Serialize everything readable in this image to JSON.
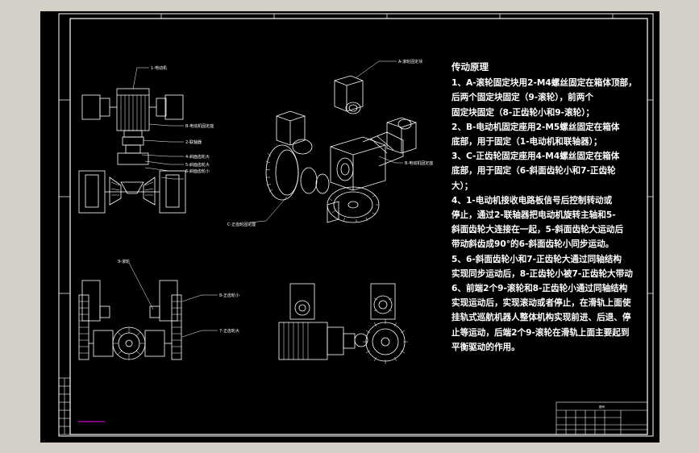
{
  "drawing": {
    "notes_title": "传动原理",
    "notes": [
      "1、A-滚轮固定块用2-M4螺丝固定在箱体顶部，",
      "后两个固定块固定（9-滚轮），前两个",
      "固定块固定（8-正齿轮小和9-滚轮）；",
      "2、B-电动机固定座用2-M5螺丝固定在箱体",
      "底部，用于固定（1-电动机和联轴器）；",
      "3、C-正齿轮固定座用4-M4螺丝固定在箱体",
      "底部，用于固定（6-斜面齿轮小和7-正齿轮",
      "大）；",
      "4、1-电动机接收电路板信号后控制转动或",
      "停止，通过2-联轴器把电动机旋转主轴和5-",
      "斜面齿轮大连接在一起，5-斜面齿轮大运动后",
      "带动斜齿成90°的6-斜面齿轮小同步运动。",
      "5、6-斜面齿轮小和7-正齿轮大通过同轴结构",
      "实现同步运动后，8-正齿轮小被7-正齿轮大带动",
      "6、前端2个9-滚轮和8-正齿轮小通过同轴结构",
      "实现运动后，实现滚动或者停止，在滑轨上面使",
      "挂轨式巡航机器人整体机构实现前进、后退、停",
      "止等运动，后端2个9-滚轮在滑轨上面主要起到",
      "平衡驱动的作用。"
    ],
    "callouts": {
      "motor": "1-电动机",
      "coupling": "2-联轴器",
      "motor_mount": "B-电动机固定座",
      "bevel_big": "4-斜面齿轮大",
      "bevel_small": "5-斜面齿轮大",
      "bevel_small2": "6-斜面齿轮小",
      "roller_block": "A-滚轮固定块",
      "motor_mount_iso": "B-电动机固定座",
      "gear_mount": "C-正齿轮固定座",
      "roller": "9-滚轮",
      "spur_small": "8-正齿轮小",
      "spur_big": "7-正齿轮大"
    },
    "title_block": {
      "heading": "图号"
    },
    "colors": {
      "background": "#000000",
      "line": "#ffffff",
      "dimension": "#00ffff",
      "accent": "#ff00ff"
    }
  }
}
